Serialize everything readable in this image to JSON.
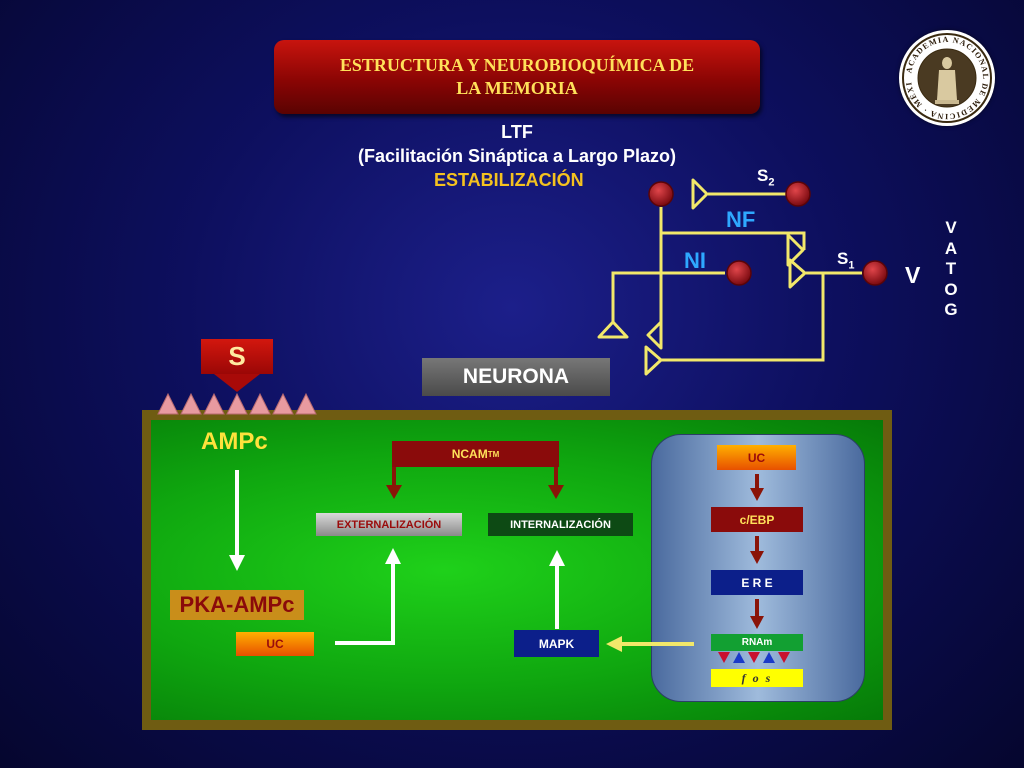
{
  "title": {
    "line1": "ESTRUCTURA Y NEUROBIOQUÍMICA DE",
    "line2": "LA MEMORIA"
  },
  "logo": {
    "text": "ACADEMIA NACIONAL DE MEDICINA · MÉXICO ·",
    "icon": "academy-seal-icon"
  },
  "header": {
    "ltf": "LTF",
    "subtitle": "(Facilitación Sináptica a Largo Plazo)",
    "stage": "ESTABILIZACIÓN"
  },
  "circuit": {
    "s2_main": "S",
    "s2_sub": "2",
    "s1_main": "S",
    "s1_sub": "1",
    "nf": "NF",
    "ni": "NI",
    "v": "V",
    "vatog": [
      "V",
      "A",
      "T",
      "O",
      "G"
    ]
  },
  "neurona": "NEURONA",
  "stimulus": "S",
  "cell": {
    "ampc": "AMPc",
    "pka": "PKA-AMPc",
    "uc_left": "UC",
    "ncam_main": "NCAM",
    "ncam_sub": "TM",
    "externalizacion": "EXTERNALIZACIÓN",
    "internalizacion": "INTERNALIZACIÓN",
    "mapk": "MAPK"
  },
  "nucleus": {
    "uc": "UC",
    "cebp": "c/EBP",
    "ere": "E R E",
    "rnam": "RNAm",
    "fos": "f o s"
  },
  "colors": {
    "background": "#0d0f5e",
    "title_red": "#8a0504",
    "title_text": "#ffe15a",
    "circuit_line": "#f2e86a",
    "synapse": "#b0121a",
    "cell_green": "#0fa60f",
    "membrane": "#6f5c12",
    "nucleus": "#9fbbdc",
    "arrow_red": "#8a1408"
  }
}
